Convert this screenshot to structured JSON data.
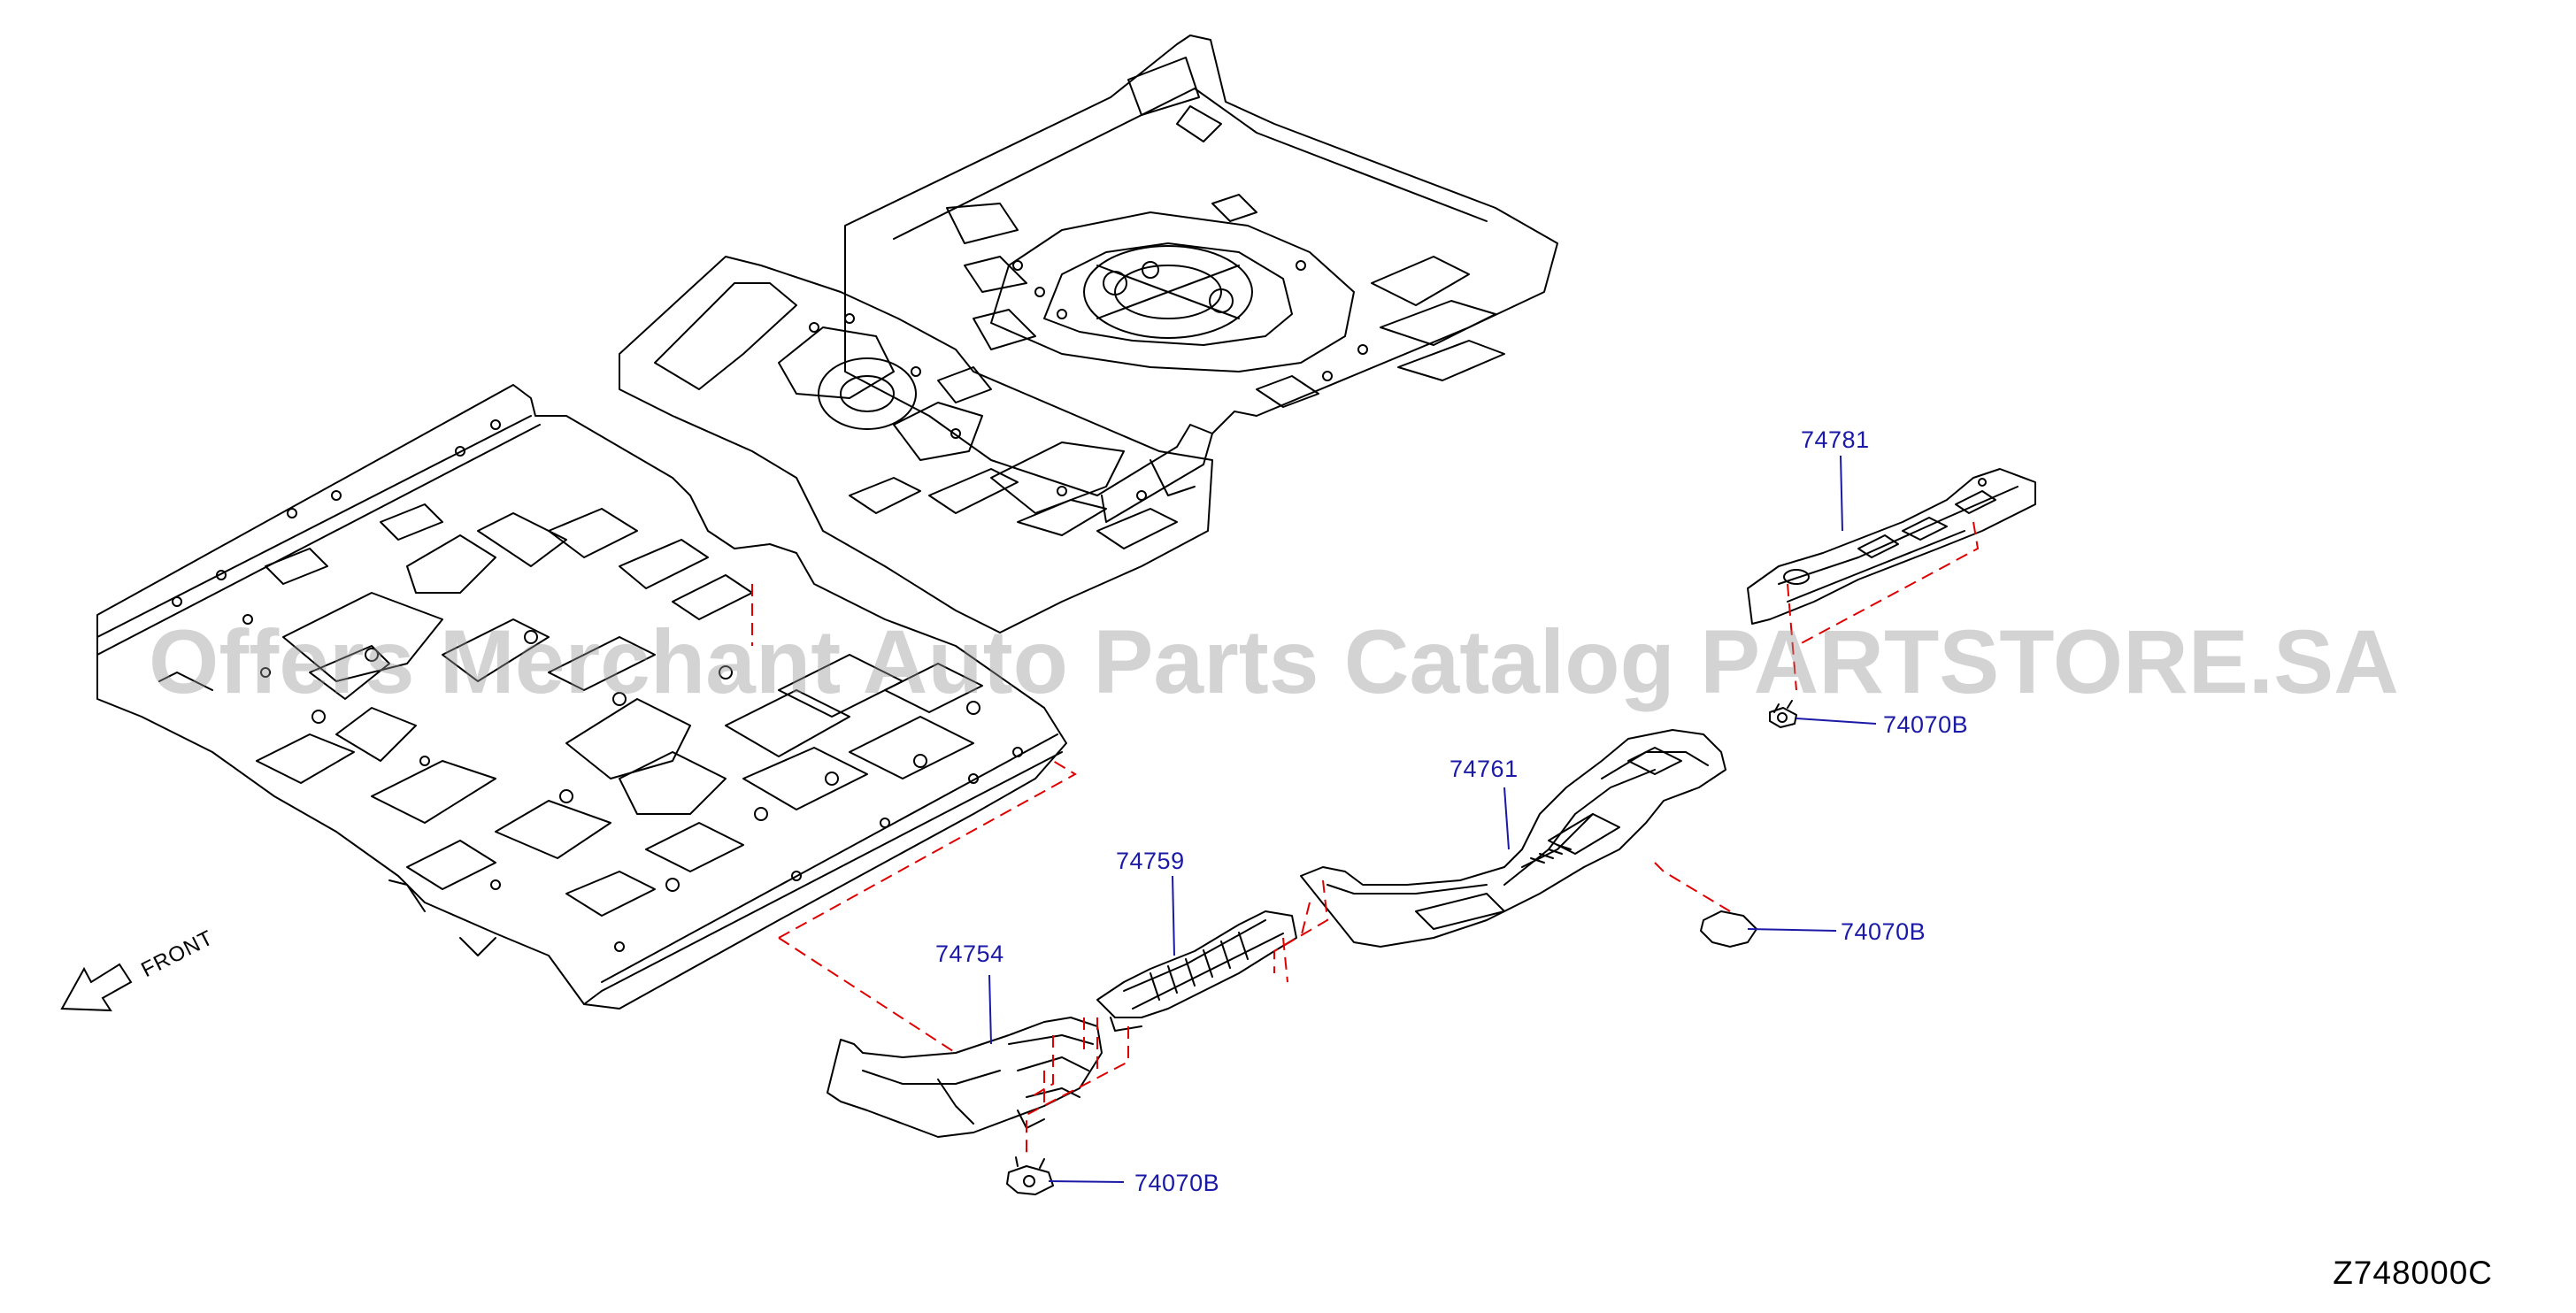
{
  "diagram": {
    "watermark": "Offers Merchant Auto Parts Catalog PARTSTORE.SA",
    "diagram_code": "Z748000C",
    "direction_label": "FRONT",
    "callout_color": "#1a1aa6",
    "leader_color": "#e00000",
    "parts": [
      {
        "number": "74781"
      },
      {
        "number": "74070B"
      },
      {
        "number": "74761"
      },
      {
        "number": "74070B"
      },
      {
        "number": "74759"
      },
      {
        "number": "74754"
      },
      {
        "number": "74070B"
      }
    ]
  }
}
